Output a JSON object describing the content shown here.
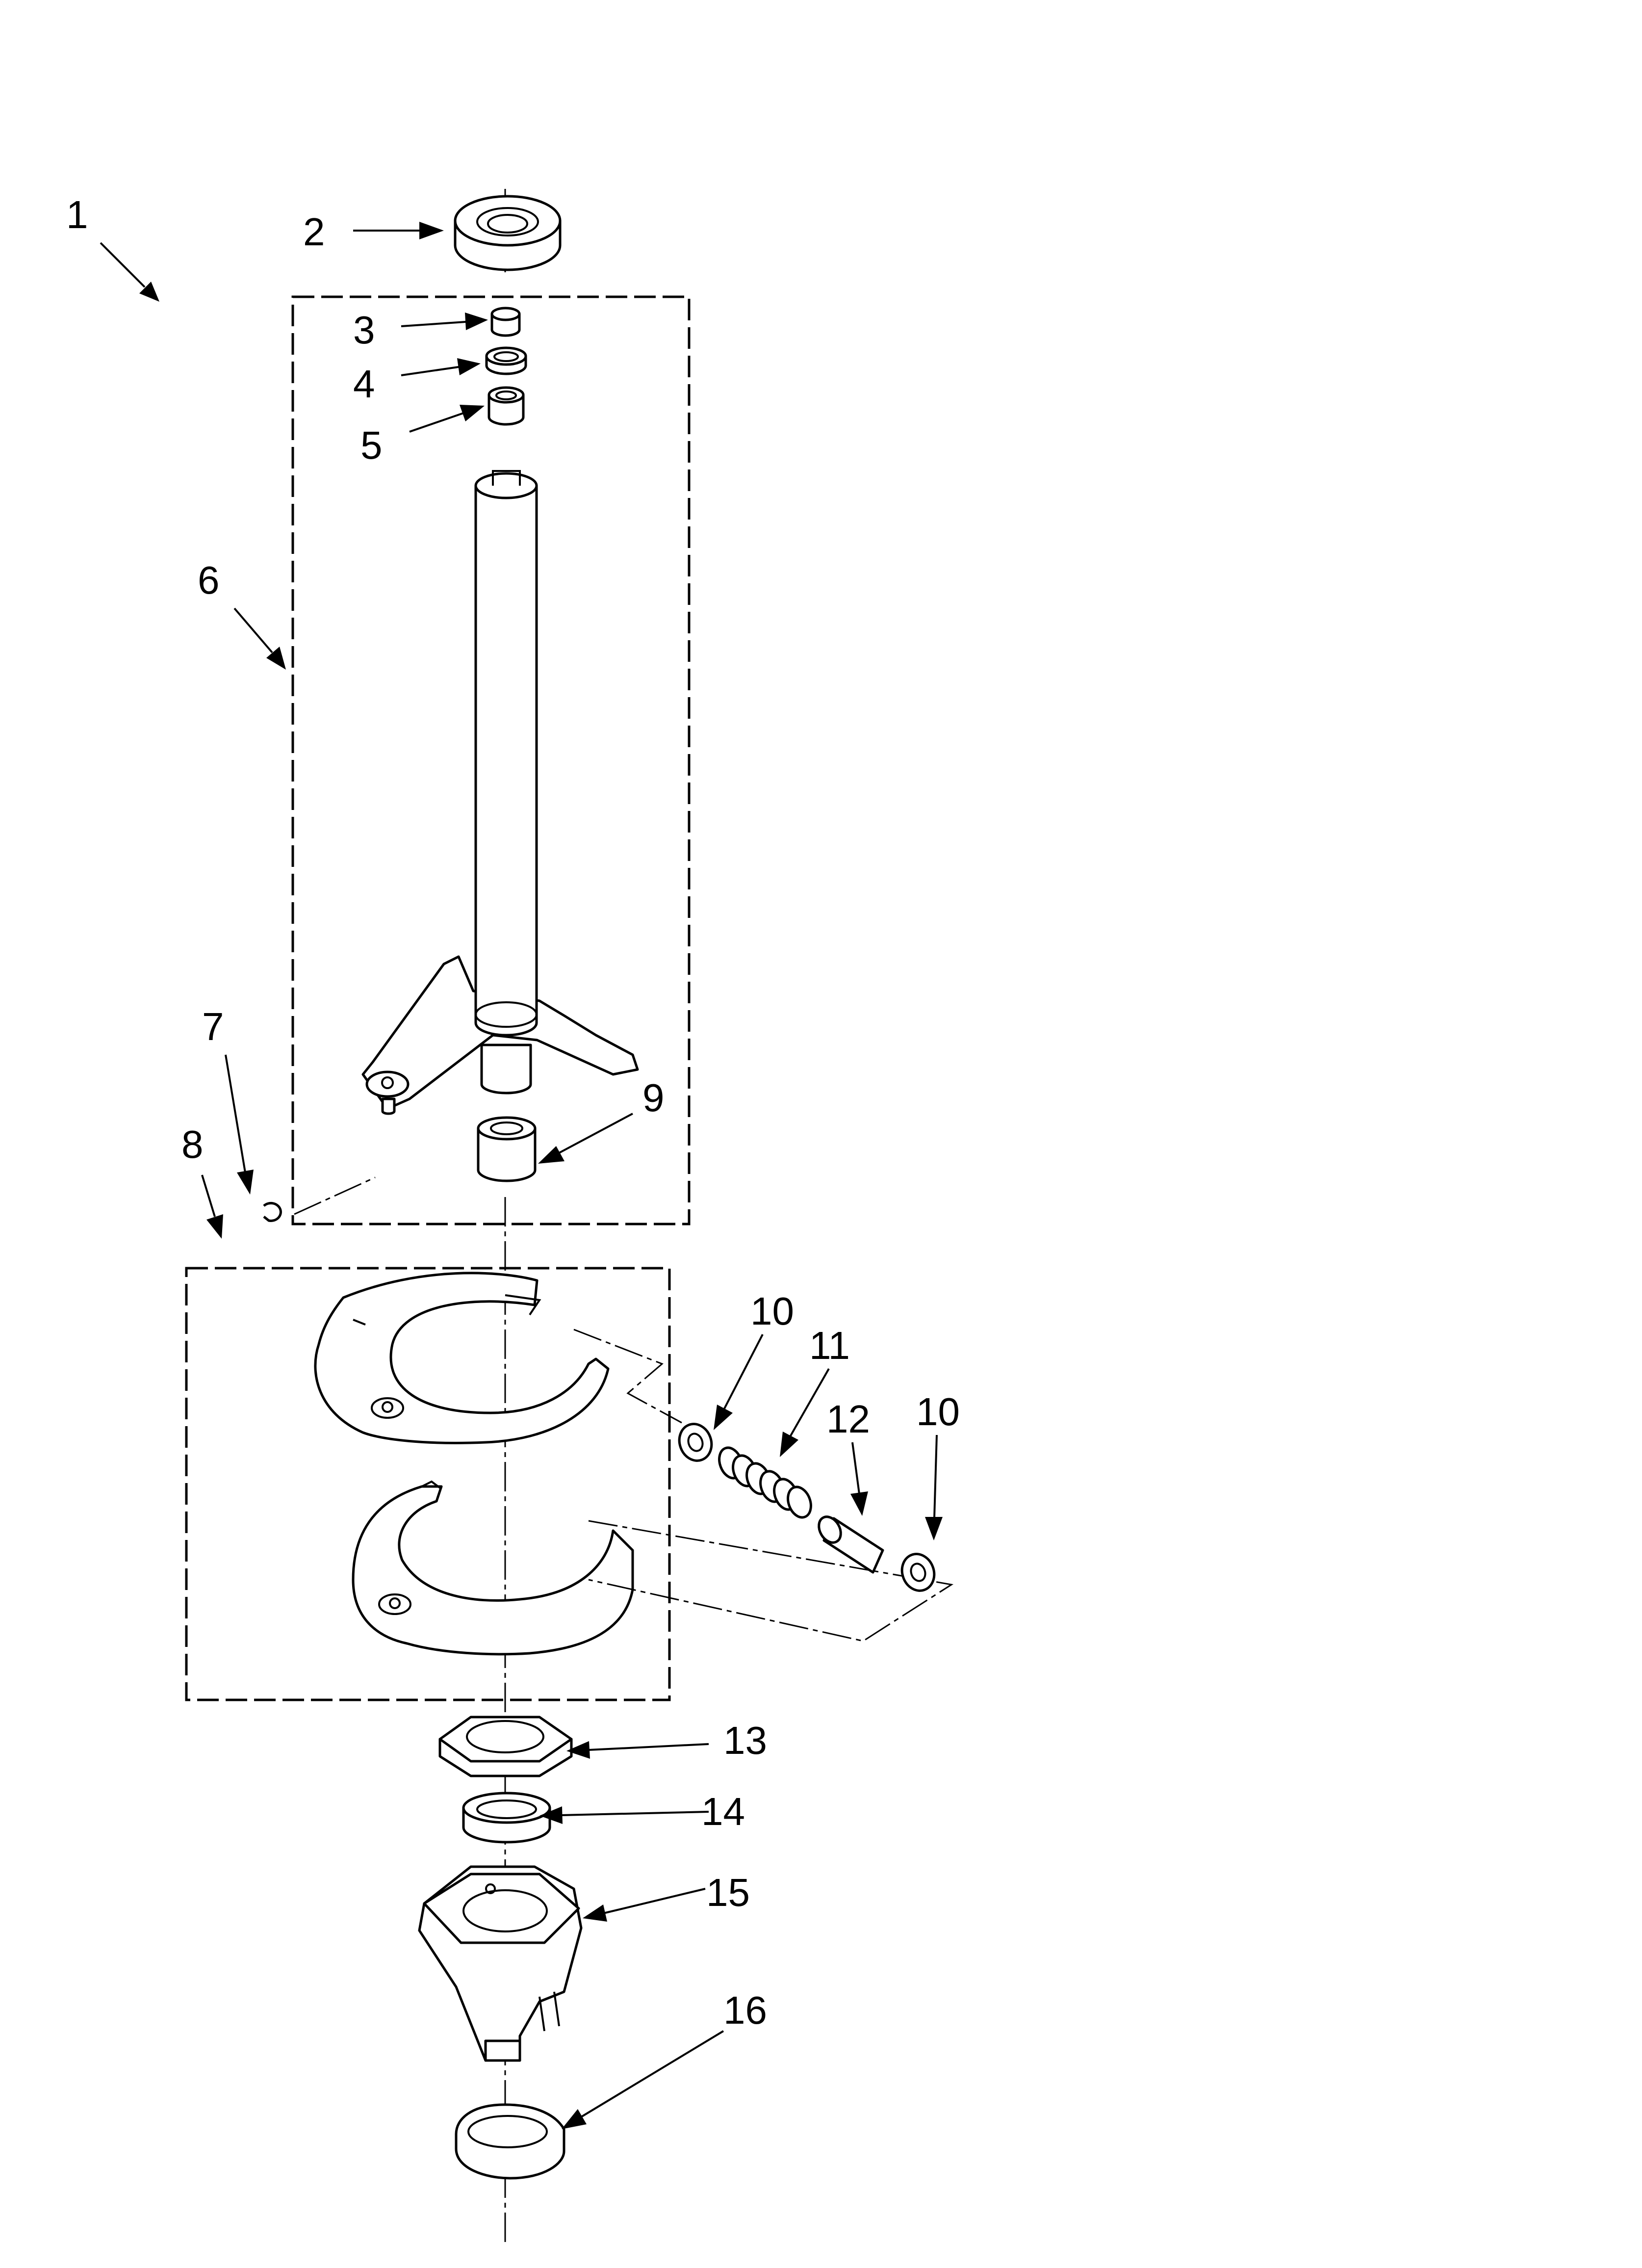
{
  "callouts": [
    "1",
    "2",
    "3",
    "4",
    "5",
    "6",
    "7",
    "8",
    "9",
    "10",
    "11",
    "12",
    "10",
    "13",
    "14",
    "15",
    "16"
  ]
}
